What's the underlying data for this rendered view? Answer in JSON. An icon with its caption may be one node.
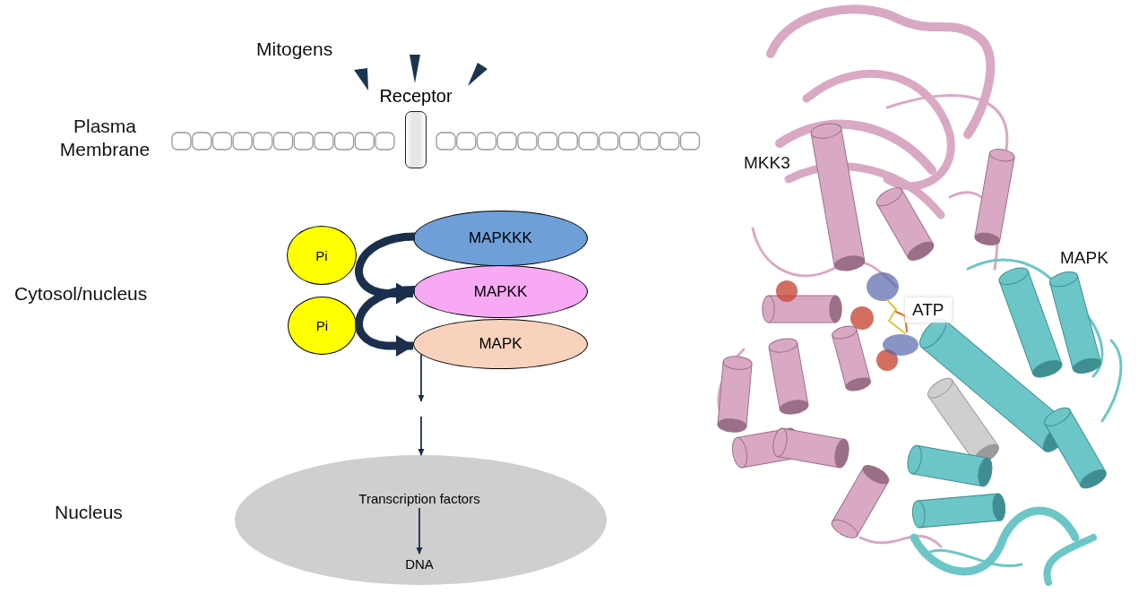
{
  "diagram": {
    "nodes": [
      {
        "text": [
          "Receptor"
        ]
      },
      {
        "text": [
          "MAPKKK"
        ]
      },
      {
        "text": [
          "Pi"
        ]
      },
      {
        "text": [
          "MAPKK"
        ]
      },
      {
        "text": [
          "Pi"
        ]
      },
      {
        "text": [
          "MAPK"
        ]
      },
      {
        "text": [],
        "shape": "ellipse"
      },
      {
        "text": [
          "Transcription factors"
        ],
        "in": 6
      },
      {
        "text": [
          "DNA"
        ],
        "in": 6
      }
    ],
    "edges": [
      {
        "from": 1,
        "to": 3,
        "arrow": "to",
        "style": "thick"
      },
      {
        "from": 3,
        "to": 5,
        "arrow": "to",
        "style": "thick"
      },
      {
        "from": 5,
        "to": null,
        "arrow": "to"
      },
      {
        "from": null,
        "to": 6,
        "arrow": "to"
      },
      {
        "from": 7,
        "to": 8,
        "arrow": "to"
      }
    ],
    "labels": [
      "Mitogens",
      "Plasma Membrane",
      "Cytosol/nucleus",
      "Nucleus",
      "MKK3",
      "MAPK",
      "ATP"
    ]
  }
}
